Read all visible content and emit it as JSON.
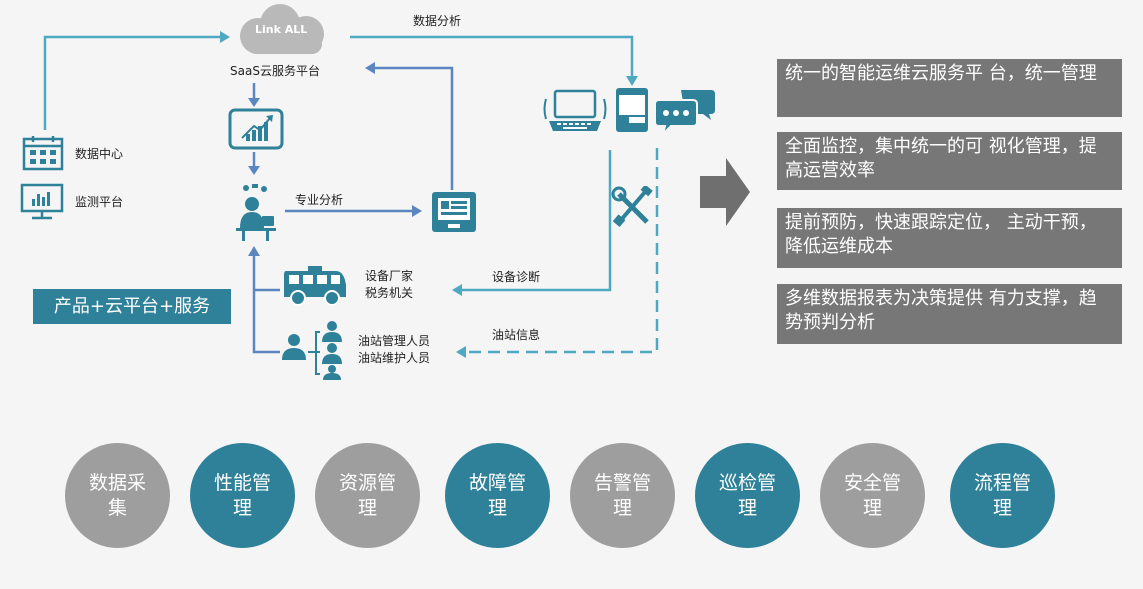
{
  "colors": {
    "teal": "#2e8198",
    "light_teal": "#4ea8c1",
    "blue_line": "#5b86bf",
    "gray_circle": "#9e9e9e",
    "feature_bg": "#777777"
  },
  "cloud": {
    "brand": "Link ALL",
    "caption": "SaaS云服务平台"
  },
  "left_nodes": {
    "data_center": "数据中心",
    "monitor_platform": "监测平台"
  },
  "arrows": {
    "data_analysis": "数据分析",
    "professional_analysis": "专业分析",
    "device_diagnosis": "设备诊断",
    "station_info": "油站信息"
  },
  "targets": {
    "equipment_vendor": [
      "设备厂家",
      "税务机关"
    ],
    "station_staff": [
      "油站管理人员",
      "油站维护人员"
    ]
  },
  "banner": "产品+云平台+服务",
  "features": [
    "统一的智能运维云服务平 台，统一管理",
    "全面监控，集中统一的可 视化管理，提高运营效率",
    "提前预防，快速跟踪定位， 主动干预，降低运维成本",
    "多维数据报表为决策提供 有力支撑，趋势预判分析"
  ],
  "modules": [
    {
      "label": "数据采集",
      "style": "gray"
    },
    {
      "label": "性能管理",
      "style": "teal"
    },
    {
      "label": "资源管理",
      "style": "gray"
    },
    {
      "label": "故障管理",
      "style": "teal"
    },
    {
      "label": "告警管理",
      "style": "gray"
    },
    {
      "label": "巡检管理",
      "style": "teal"
    },
    {
      "label": "安全管理",
      "style": "gray"
    },
    {
      "label": "流程管理",
      "style": "teal"
    }
  ],
  "icons": [
    "cloud-icon",
    "calendar-icon",
    "monitor-chart-icon",
    "trend-chart-icon",
    "analyst-icon",
    "computer-screen-icon",
    "laptop-icon",
    "tablet-icon",
    "chat-bubbles-icon",
    "tools-icon",
    "van-icon",
    "staff-group-icon",
    "big-arrow-icon"
  ]
}
